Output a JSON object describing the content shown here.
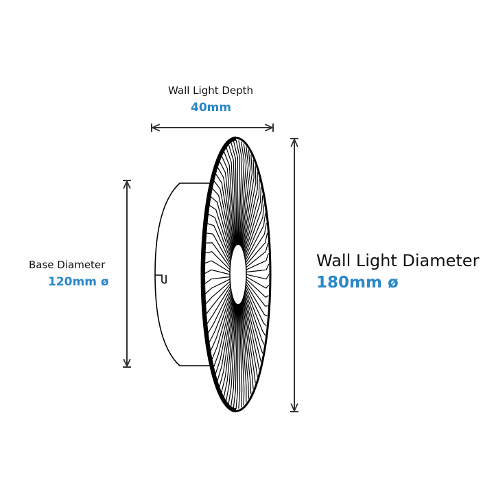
{
  "depth": {
    "label": "Wall Light Depth",
    "value": "40mm"
  },
  "base": {
    "label": "Base Diameter",
    "value": "120mm ø"
  },
  "diameter": {
    "label": "Wall Light Diameter",
    "value": "180mm ø"
  },
  "colors": {
    "accent": "#2a88c8",
    "line": "#111111"
  }
}
